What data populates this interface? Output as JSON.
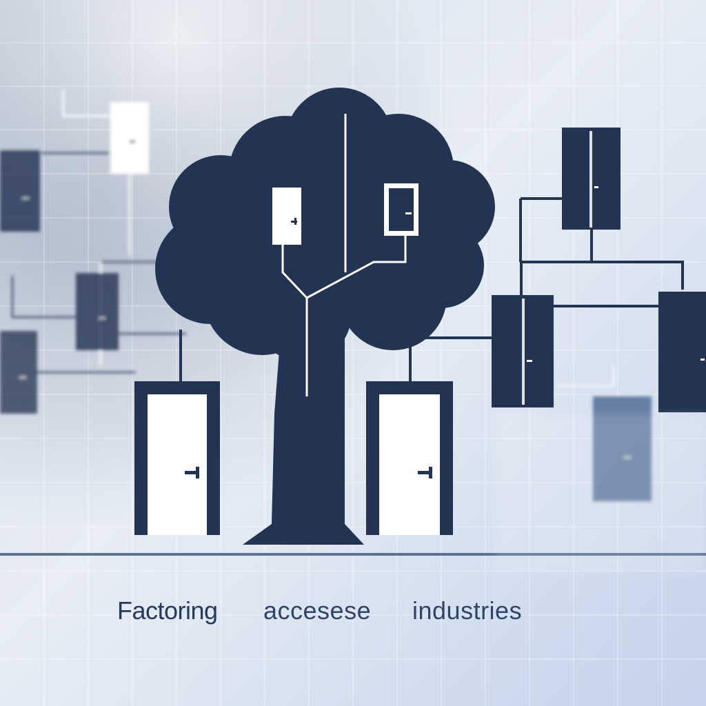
{
  "caption": {
    "word_1": "Factoring",
    "word_2": "accesese",
    "word_3": "industries"
  },
  "colors": {
    "navy": "#223452",
    "background_light": "#e6edf5",
    "background_blue": "#c5d4e8",
    "door_white": "#ffffff",
    "text": "#2b3f61"
  },
  "icons": {
    "tree": "tree-silhouette",
    "door": "door-icon"
  }
}
